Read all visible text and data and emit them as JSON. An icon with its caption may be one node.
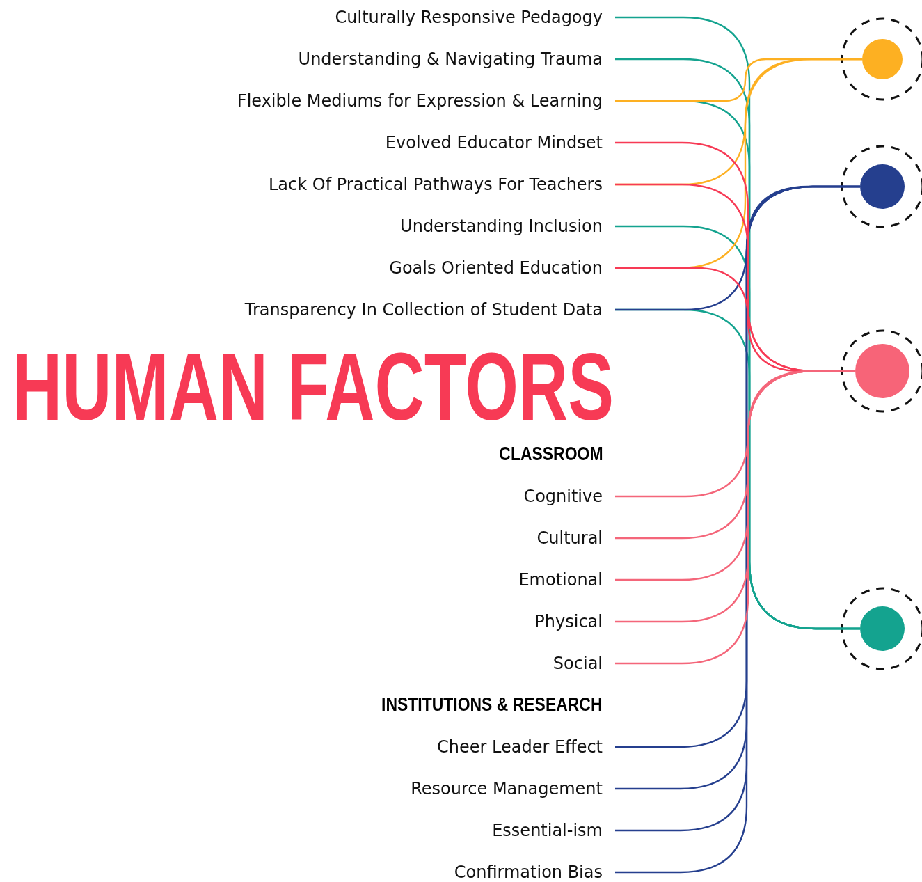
{
  "diagram": {
    "title": "HUMAN FACTORS",
    "nodes": [
      {
        "text": [
          "Culturally Responsive Pedagogy"
        ]
      },
      {
        "text": [
          "Understanding & Navigating Trauma"
        ]
      },
      {
        "text": [
          "Flexible Mediums for Expression & Learning"
        ]
      },
      {
        "text": [
          "Evolved Educator Mindset"
        ]
      },
      {
        "text": [
          "Lack Of Practical Pathways For Teachers"
        ]
      },
      {
        "text": [
          "Understanding Inclusion"
        ]
      },
      {
        "text": [
          "Goals Oriented Education"
        ]
      },
      {
        "text": [
          "Transparency In Collection of Student Data"
        ]
      },
      {
        "text": [
          "Cognitive"
        ]
      },
      {
        "text": [
          "Cultural"
        ]
      },
      {
        "text": [
          "Emotional"
        ]
      },
      {
        "text": [
          "Physical"
        ]
      },
      {
        "text": [
          "Social"
        ]
      },
      {
        "text": [
          "Cheer Leader Effect"
        ]
      },
      {
        "text": [
          "Resource Management"
        ]
      },
      {
        "text": [
          "Essential-ism"
        ]
      },
      {
        "text": [
          "Confirmation Bias"
        ]
      },
      {
        "text": [],
        "shape": "circle"
      },
      {
        "text": [],
        "shape": "circle"
      },
      {
        "text": [],
        "shape": "circle"
      },
      {
        "text": [],
        "shape": "circle"
      }
    ],
    "edges": [
      {
        "from": 0,
        "to": 20,
        "arrow": "none",
        "color": "#14a38f"
      },
      {
        "from": 1,
        "to": 20,
        "arrow": "none",
        "color": "#14a38f"
      },
      {
        "from": 2,
        "to": 20,
        "arrow": "none",
        "color": "#14a38f"
      },
      {
        "from": 5,
        "to": 20,
        "arrow": "none",
        "color": "#14a38f"
      },
      {
        "from": 7,
        "to": 20,
        "arrow": "none",
        "color": "#14a38f"
      },
      {
        "from": 2,
        "to": 17,
        "arrow": "none",
        "color": "#fdb022"
      },
      {
        "from": 4,
        "to": 17,
        "arrow": "none",
        "color": "#fdb022"
      },
      {
        "from": 6,
        "to": 17,
        "arrow": "none",
        "color": "#fdb022"
      },
      {
        "from": 7,
        "to": 18,
        "arrow": "none",
        "color": "#253f8e"
      },
      {
        "from": 13,
        "to": 18,
        "arrow": "none",
        "color": "#253f8e"
      },
      {
        "from": 14,
        "to": 18,
        "arrow": "none",
        "color": "#253f8e"
      },
      {
        "from": 15,
        "to": 18,
        "arrow": "none",
        "color": "#253f8e"
      },
      {
        "from": 16,
        "to": 18,
        "arrow": "none",
        "color": "#253f8e"
      },
      {
        "from": 3,
        "to": 19,
        "arrow": "none",
        "color": "#f73a55"
      },
      {
        "from": 4,
        "to": 19,
        "arrow": "none",
        "color": "#f73a55"
      },
      {
        "from": 6,
        "to": 19,
        "arrow": "none",
        "color": "#f73a55"
      },
      {
        "from": 8,
        "to": 19,
        "arrow": "none",
        "color": "#f4667a"
      },
      {
        "from": 9,
        "to": 19,
        "arrow": "none",
        "color": "#f4667a"
      },
      {
        "from": 10,
        "to": 19,
        "arrow": "none",
        "color": "#f4667a"
      },
      {
        "from": 11,
        "to": 19,
        "arrow": "none",
        "color": "#f4667a"
      },
      {
        "from": 12,
        "to": 19,
        "arrow": "none",
        "color": "#f4667a"
      }
    ],
    "labels": [
      "CLASSROOM",
      "INSTITUTIONS & RESEARCH"
    ]
  }
}
